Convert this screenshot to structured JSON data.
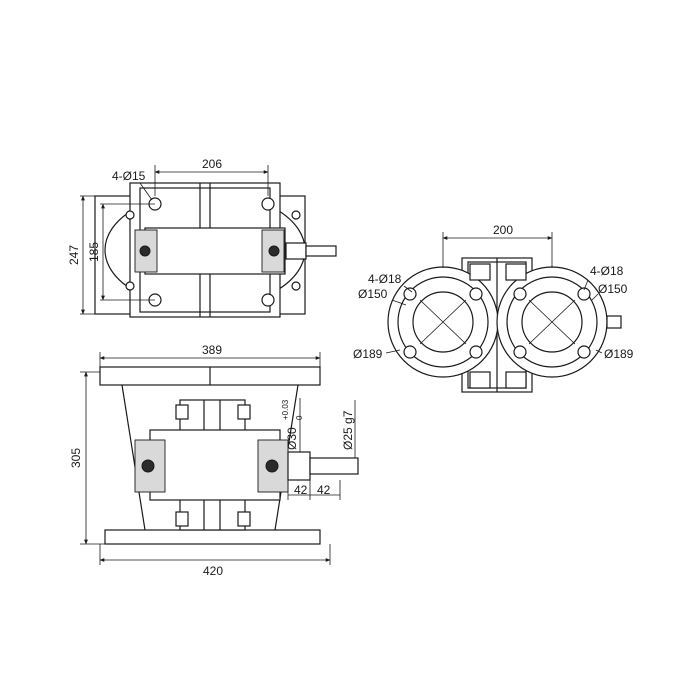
{
  "top_view": {
    "dim_width": "206",
    "dim_height_outer": "247",
    "dim_height_inner": "185",
    "holes_label": "4-Ø15"
  },
  "right_view": {
    "dim_width": "200",
    "left_holes": "4-Ø18",
    "left_pcd": "Ø150",
    "left_flange": "Ø189",
    "right_holes": "4-Ø18",
    "right_pcd": "Ø150",
    "right_flange": "Ø189"
  },
  "front_view": {
    "dim_top_width": "389",
    "dim_bottom_width": "420",
    "dim_height": "305",
    "shaft_fit": "Ø30",
    "shaft_tolerance": "+0.03",
    "shaft_tolerance_2": "0",
    "shaft_end": "Ø25 g7",
    "len_1": "42",
    "len_2": "42"
  }
}
